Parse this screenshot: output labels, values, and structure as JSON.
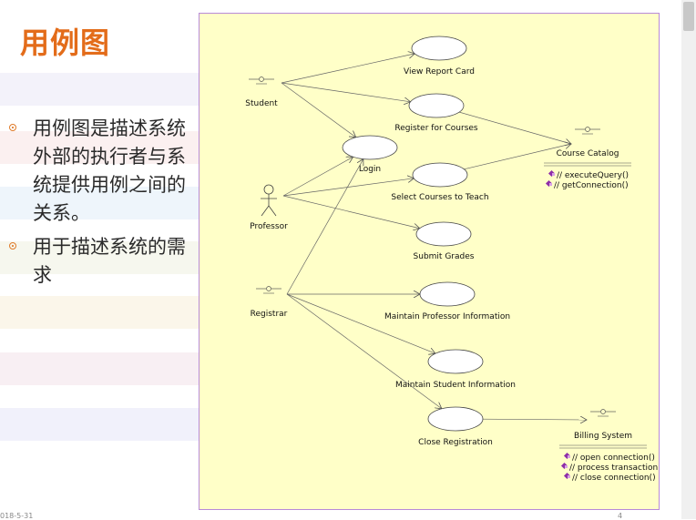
{
  "slide": {
    "title": "用例图",
    "bullets": [
      "用例图是描述系统外部的执行者与系统提供用例之间的关系。",
      "用于描述系统的需求"
    ],
    "footer_date": "018-5-31",
    "page_number": "4"
  },
  "diagram": {
    "actors": [
      {
        "id": "student",
        "label": "Student",
        "style": "stick-mini"
      },
      {
        "id": "professor",
        "label": "Professor",
        "style": "stick-full"
      },
      {
        "id": "registrar",
        "label": "Registrar",
        "style": "stick-mini"
      },
      {
        "id": "course-catalog",
        "label": "Course Catalog",
        "style": "stick-mini",
        "operations": [
          "// executeQuery()",
          "// getConnection()"
        ]
      },
      {
        "id": "billing-system",
        "label": "Billing System",
        "style": "stick-mini",
        "operations": [
          "// open connection()",
          "// process transaction()",
          "// close connection()"
        ]
      }
    ],
    "use_cases": [
      {
        "id": "view-report-card",
        "label": "View Report Card"
      },
      {
        "id": "register-for-courses",
        "label": "Register for Courses"
      },
      {
        "id": "login",
        "label": "Login"
      },
      {
        "id": "select-courses-to-teach",
        "label": "Select Courses to Teach"
      },
      {
        "id": "submit-grades",
        "label": "Submit Grades"
      },
      {
        "id": "maintain-professor-information",
        "label": "Maintain Professor Information"
      },
      {
        "id": "maintain-student-information",
        "label": "Maintain Student Information"
      },
      {
        "id": "close-registration",
        "label": "Close Registration"
      }
    ],
    "associations": [
      [
        "student",
        "view-report-card"
      ],
      [
        "student",
        "register-for-courses"
      ],
      [
        "student",
        "login"
      ],
      [
        "professor",
        "login"
      ],
      [
        "professor",
        "select-courses-to-teach"
      ],
      [
        "professor",
        "submit-grades"
      ],
      [
        "registrar",
        "login"
      ],
      [
        "registrar",
        "maintain-professor-information"
      ],
      [
        "registrar",
        "maintain-student-information"
      ],
      [
        "registrar",
        "close-registration"
      ],
      [
        "register-for-courses",
        "course-catalog"
      ],
      [
        "select-courses-to-teach",
        "course-catalog"
      ],
      [
        "close-registration",
        "billing-system"
      ]
    ]
  },
  "colors": {
    "title": "#e36c1a",
    "bullet": "#e07b2a",
    "diagram_bg": "#ffffc8",
    "diagram_border": "#b88ad8",
    "operation_icon": "#8e2fa8"
  }
}
